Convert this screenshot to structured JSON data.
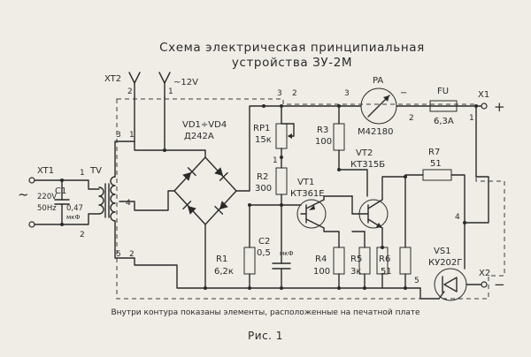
{
  "title": {
    "line1": "Схема электрическая принципиальная",
    "line2": "устройства ЗУ-2М"
  },
  "caption": "Внутри контура показаны элементы, расположенные на печатной плате",
  "figure_label": "Рис. 1",
  "terminals": {
    "xt2": "XT2",
    "tilde_12v": "~12V",
    "xt1": "XT1",
    "x1": "X1",
    "x1_sign": "+",
    "x2": "X2",
    "x2_sign": "−"
  },
  "mains": {
    "voltage": "220V",
    "freq": "50Hz",
    "tilde": "~"
  },
  "components": {
    "c1": {
      "ref": "C1",
      "value": "0,47",
      "unit": "мкФ"
    },
    "tv": {
      "ref": "TV"
    },
    "vd": {
      "ref": "VD1÷VD4",
      "type": "Д242А"
    },
    "rp1": {
      "ref": "RP1",
      "value": "15к"
    },
    "r2": {
      "ref": "R2",
      "value": "300"
    },
    "r1": {
      "ref": "R1",
      "value": "6,2к"
    },
    "c2": {
      "ref": "C2",
      "value": "0,5",
      "unit": "мкФ"
    },
    "r3": {
      "ref": "R3",
      "value": "100"
    },
    "r4": {
      "ref": "R4",
      "value": "100"
    },
    "r5": {
      "ref": "R5",
      "value": "3к"
    },
    "r6": {
      "ref": "R6",
      "value": "51"
    },
    "r7": {
      "ref": "R7",
      "value": "51"
    },
    "vt1": {
      "ref": "VT1",
      "type": "КТ361Е"
    },
    "vt2": {
      "ref": "VT2",
      "type": "КТ315Б"
    },
    "vs1": {
      "ref": "VS1",
      "type": "КУ202Г"
    },
    "pa": {
      "ref": "PA",
      "type": "М42180",
      "minus": "−"
    },
    "fu": {
      "ref": "FU",
      "value": "6,3А"
    }
  },
  "pins": {
    "xt2_2": "2",
    "xt2_1": "1",
    "tv_3": "3",
    "tv_1": "1",
    "tv_4": "4",
    "tv_5": "5",
    "tv_2": "2",
    "xt1_1": "1",
    "xt1_2": "2",
    "rp1_1": "1",
    "bus_3": "3",
    "bus_2": "2",
    "pa_3": "3",
    "pa_2": "2",
    "x1_1": "1",
    "vs_4": "4",
    "vs_5": "5"
  },
  "colors": {
    "ink": "#2a2a2a",
    "paper": "#efede6"
  }
}
